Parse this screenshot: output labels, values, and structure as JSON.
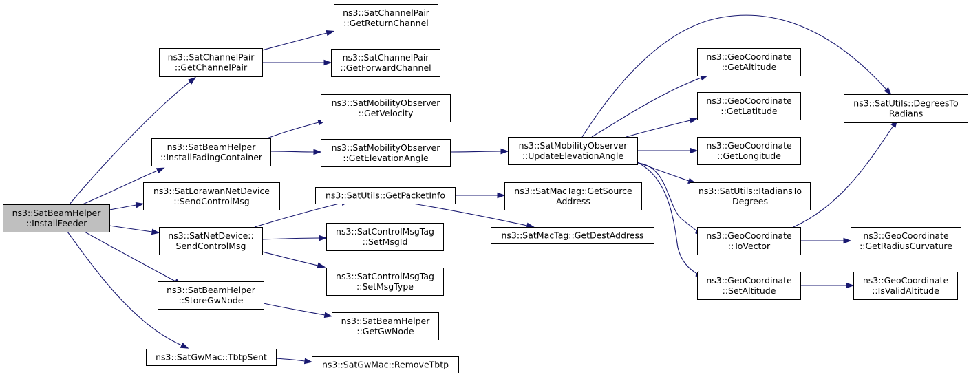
{
  "diagram": {
    "nodes": [
      {
        "id": "install_feeder",
        "name": "node-install-feeder",
        "root": true,
        "lines": [
          "ns3::SatBeamHelper",
          "::InstallFeeder"
        ]
      },
      {
        "id": "get_channel_pair",
        "name": "node-get-channel-pair",
        "lines": [
          "ns3::SatChannelPair",
          "::GetChannelPair"
        ]
      },
      {
        "id": "get_return_channel",
        "name": "node-get-return-channel",
        "lines": [
          "ns3::SatChannelPair",
          "::GetReturnChannel"
        ]
      },
      {
        "id": "get_forward_channel",
        "name": "node-get-forward-channel",
        "lines": [
          "ns3::SatChannelPair",
          "::GetForwardChannel"
        ]
      },
      {
        "id": "install_fading_container",
        "name": "node-install-fading-container",
        "lines": [
          "ns3::SatBeamHelper",
          "::InstallFadingContainer"
        ]
      },
      {
        "id": "get_velocity",
        "name": "node-get-velocity",
        "lines": [
          "ns3::SatMobilityObserver",
          "::GetVelocity"
        ]
      },
      {
        "id": "get_elevation_angle",
        "name": "node-get-elevation-angle",
        "lines": [
          "ns3::SatMobilityObserver",
          "::GetElevationAngle"
        ]
      },
      {
        "id": "update_elevation_angle",
        "name": "node-update-elevation-angle",
        "lines": [
          "ns3::SatMobilityObserver",
          "::UpdateElevationAngle"
        ]
      },
      {
        "id": "get_altitude",
        "name": "node-get-altitude",
        "lines": [
          "ns3::GeoCoordinate",
          "::GetAltitude"
        ]
      },
      {
        "id": "get_latitude",
        "name": "node-get-latitude",
        "lines": [
          "ns3::GeoCoordinate",
          "::GetLatitude"
        ]
      },
      {
        "id": "get_longitude",
        "name": "node-get-longitude",
        "lines": [
          "ns3::GeoCoordinate",
          "::GetLongitude"
        ]
      },
      {
        "id": "radians_to_degrees",
        "name": "node-radians-to-degrees",
        "lines": [
          "ns3::SatUtils::RadiansTo",
          "Degrees"
        ]
      },
      {
        "id": "to_vector",
        "name": "node-to-vector",
        "lines": [
          "ns3::GeoCoordinate",
          "::ToVector"
        ]
      },
      {
        "id": "set_altitude",
        "name": "node-set-altitude",
        "lines": [
          "ns3::GeoCoordinate",
          "::SetAltitude"
        ]
      },
      {
        "id": "degrees_to_radians",
        "name": "node-degrees-to-radians",
        "lines": [
          "ns3::SatUtils::DegreesTo",
          "Radians"
        ]
      },
      {
        "id": "get_radius_curvature",
        "name": "node-get-radius-curvature",
        "lines": [
          "ns3::GeoCoordinate",
          "::GetRadiusCurvature"
        ]
      },
      {
        "id": "is_valid_altitude",
        "name": "node-is-valid-altitude",
        "lines": [
          "ns3::GeoCoordinate",
          "::IsValidAltitude"
        ]
      },
      {
        "id": "lorawan_send_control_msg",
        "name": "node-lorawan-send-control-msg",
        "lines": [
          "ns3::SatLorawanNetDevice",
          "::SendControlMsg"
        ]
      },
      {
        "id": "net_device_send_control_msg",
        "name": "node-net-device-send-control-msg",
        "lines": [
          "ns3::SatNetDevice::",
          "SendControlMsg"
        ]
      },
      {
        "id": "get_packet_info",
        "name": "node-get-packet-info",
        "lines": [
          "ns3::SatUtils::GetPacketInfo"
        ]
      },
      {
        "id": "get_source_address",
        "name": "node-get-source-address",
        "lines": [
          "ns3::SatMacTag::GetSource",
          "Address"
        ]
      },
      {
        "id": "get_dest_address",
        "name": "node-get-dest-address",
        "lines": [
          "ns3::SatMacTag::GetDestAddress"
        ]
      },
      {
        "id": "set_msg_id",
        "name": "node-set-msg-id",
        "lines": [
          "ns3::SatControlMsgTag",
          "::SetMsgId"
        ]
      },
      {
        "id": "set_msg_type",
        "name": "node-set-msg-type",
        "lines": [
          "ns3::SatControlMsgTag",
          "::SetMsgType"
        ]
      },
      {
        "id": "store_gw_node",
        "name": "node-store-gw-node",
        "lines": [
          "ns3::SatBeamHelper",
          "::StoreGwNode"
        ]
      },
      {
        "id": "get_gw_node",
        "name": "node-get-gw-node",
        "lines": [
          "ns3::SatBeamHelper",
          "::GetGwNode"
        ]
      },
      {
        "id": "tbtp_sent",
        "name": "node-tbtp-sent",
        "lines": [
          "ns3::SatGwMac::TbtpSent"
        ]
      },
      {
        "id": "remove_tbtp",
        "name": "node-remove-tbtp",
        "lines": [
          "ns3::SatGwMac::RemoveTbtp"
        ]
      }
    ],
    "edges": [
      {
        "from": "install_feeder",
        "to": "get_channel_pair"
      },
      {
        "from": "install_feeder",
        "to": "install_fading_container"
      },
      {
        "from": "install_feeder",
        "to": "lorawan_send_control_msg"
      },
      {
        "from": "install_feeder",
        "to": "net_device_send_control_msg"
      },
      {
        "from": "install_feeder",
        "to": "store_gw_node"
      },
      {
        "from": "install_feeder",
        "to": "tbtp_sent"
      },
      {
        "from": "get_channel_pair",
        "to": "get_return_channel"
      },
      {
        "from": "get_channel_pair",
        "to": "get_forward_channel"
      },
      {
        "from": "install_fading_container",
        "to": "get_velocity"
      },
      {
        "from": "install_fading_container",
        "to": "get_elevation_angle"
      },
      {
        "from": "get_elevation_angle",
        "to": "update_elevation_angle"
      },
      {
        "from": "update_elevation_angle",
        "to": "degrees_to_radians"
      },
      {
        "from": "update_elevation_angle",
        "to": "get_altitude"
      },
      {
        "from": "update_elevation_angle",
        "to": "get_latitude"
      },
      {
        "from": "update_elevation_angle",
        "to": "get_longitude"
      },
      {
        "from": "update_elevation_angle",
        "to": "radians_to_degrees"
      },
      {
        "from": "update_elevation_angle",
        "to": "to_vector"
      },
      {
        "from": "update_elevation_angle",
        "to": "set_altitude"
      },
      {
        "from": "to_vector",
        "to": "degrees_to_radians"
      },
      {
        "from": "to_vector",
        "to": "get_radius_curvature"
      },
      {
        "from": "set_altitude",
        "to": "is_valid_altitude"
      },
      {
        "from": "net_device_send_control_msg",
        "to": "get_packet_info"
      },
      {
        "from": "net_device_send_control_msg",
        "to": "set_msg_id"
      },
      {
        "from": "net_device_send_control_msg",
        "to": "set_msg_type"
      },
      {
        "from": "get_packet_info",
        "to": "get_source_address"
      },
      {
        "from": "get_packet_info",
        "to": "get_dest_address"
      },
      {
        "from": "store_gw_node",
        "to": "get_gw_node"
      },
      {
        "from": "tbtp_sent",
        "to": "remove_tbtp"
      }
    ],
    "colors": {
      "edge": "#191970",
      "node_border": "#000000",
      "node_fill": "#ffffff",
      "root_fill": "#bfbfbf"
    }
  }
}
